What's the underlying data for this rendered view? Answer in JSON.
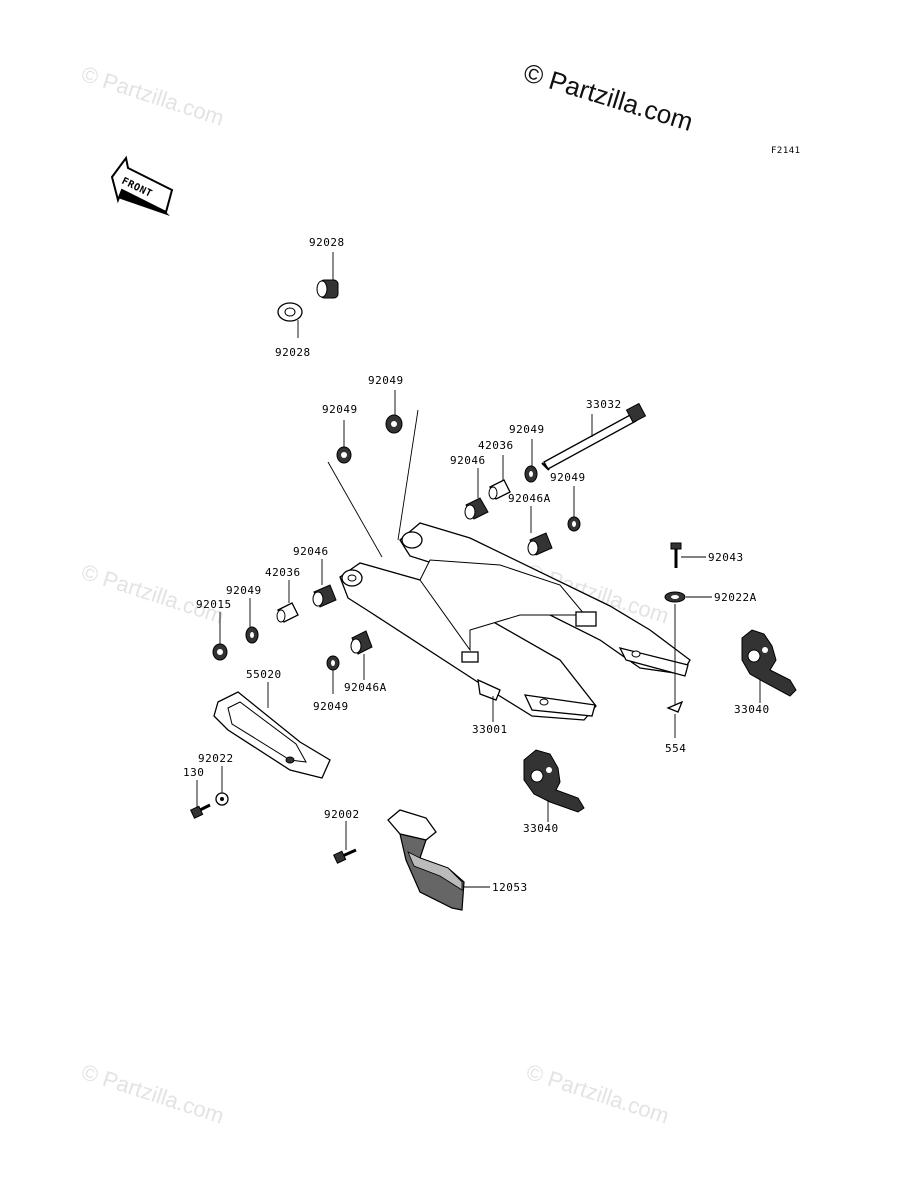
{
  "figure_code": "F2141",
  "front_arrow_label": "FRONT",
  "watermark": {
    "main": "© Partzilla.com",
    "faint": "© Partzilla.com"
  },
  "parts": {
    "p92028_top": "92028",
    "p92028_bottom": "92028",
    "p92049_a": "92049",
    "p92049_b": "92049",
    "p33032": "33032",
    "p92049_c": "92049",
    "p42036_right": "42036",
    "p92046_right": "92046",
    "p92049_d": "92049",
    "p92046A_right": "92046A",
    "p92043": "92043",
    "p92022A": "92022A",
    "p92046_left": "92046",
    "p42036_left": "42036",
    "p92049_e": "92049",
    "p92015": "92015",
    "p55020": "55020",
    "p92046A_left": "92046A",
    "p92049_f": "92049",
    "p33001": "33001",
    "p33040_right": "33040",
    "p554": "554",
    "p92022": "92022",
    "p130": "130",
    "p33040_mid": "33040",
    "p92002": "92002",
    "p12053": "12053"
  }
}
